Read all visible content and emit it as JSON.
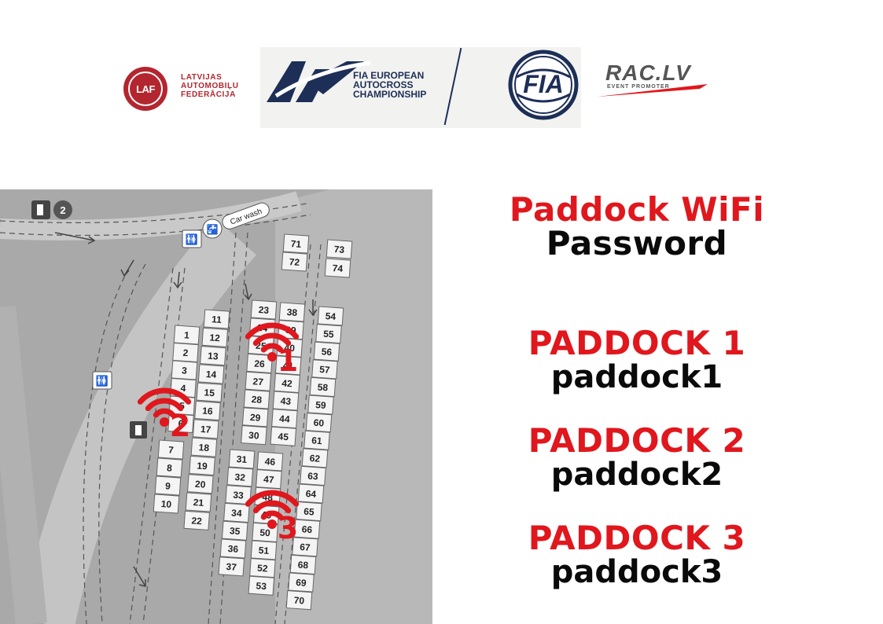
{
  "logos": {
    "laf_initials": "LAF",
    "laf_lines": [
      "LATVIJAS",
      "AUTOMOBIĻU",
      "FEDERĀCIJA"
    ],
    "ax_mark": "AX",
    "ax_lines": [
      "FIA EUROPEAN",
      "AUTOCROSS",
      "CHAMPIONSHIP"
    ],
    "fia_mark": "FIA",
    "rac_title": "RAC.LV",
    "rac_subtitle": "EVENT PROMOTER"
  },
  "map": {
    "car_wash_label": "Car wash",
    "exit_number": "2",
    "wifi_markers": [
      "1",
      "2",
      "3"
    ],
    "spots": [
      "1",
      "2",
      "3",
      "4",
      "5",
      "6",
      "7",
      "8",
      "9",
      "10",
      "11",
      "12",
      "13",
      "14",
      "15",
      "16",
      "17",
      "18",
      "19",
      "20",
      "21",
      "22",
      "23",
      "24",
      "25",
      "26",
      "27",
      "28",
      "29",
      "30",
      "31",
      "32",
      "33",
      "34",
      "35",
      "36",
      "37",
      "38",
      "39",
      "40",
      "41",
      "42",
      "43",
      "44",
      "45",
      "46",
      "47",
      "48",
      "49",
      "50",
      "51",
      "52",
      "53",
      "54",
      "55",
      "56",
      "57",
      "58",
      "59",
      "60",
      "61",
      "62",
      "63",
      "64",
      "65",
      "66",
      "67",
      "68",
      "69",
      "70",
      "71",
      "72",
      "73",
      "74"
    ]
  },
  "info": {
    "title_red": "Paddock WiFi",
    "title_black": "Password",
    "paddocks": [
      {
        "label": "PADDOCK 1",
        "password": "paddock1"
      },
      {
        "label": "PADDOCK 2",
        "password": "paddock2"
      },
      {
        "label": "PADDOCK 3",
        "password": "paddock3"
      }
    ]
  },
  "colors": {
    "accent_red": "#e0171d",
    "laf_red": "#b3262f",
    "fia_navy": "#1d2f57",
    "map_grey": "#a9a9a9"
  }
}
